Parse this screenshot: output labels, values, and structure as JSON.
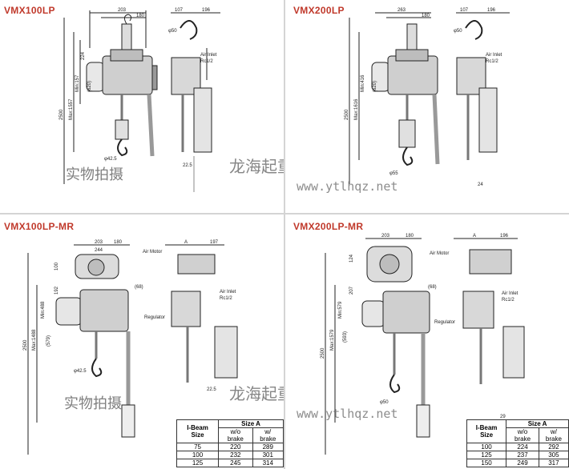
{
  "panels": [
    {
      "title": "VMX100LP",
      "dims": {
        "top1": "203",
        "top2": "180",
        "top3": "107",
        "top4": "196",
        "d1": "Max:1557",
        "d2": "Min:157",
        "d3": "2500",
        "d4": "224",
        "d5": "φ50",
        "d6": "φ42.5",
        "d7": "22.5",
        "d8": "(620)"
      },
      "air_inlet": "Air Inlet",
      "air_inlet_spec": "Rc1/2"
    },
    {
      "title": "VMX200LP",
      "dims": {
        "top1": "263",
        "top2": "180",
        "top3": "107",
        "top4": "196",
        "d1": "Max:1616",
        "d2": "Min:416",
        "d3": "2500",
        "d4": "φ50",
        "d5": "φ55",
        "d6": "24",
        "d7": "(620)"
      },
      "air_inlet": "Air Inlet",
      "air_inlet_spec": "Rc1/2"
    },
    {
      "title": "VMX100LP-MR",
      "dims": {
        "top1": "203",
        "top2": "180",
        "top3": "A",
        "top4": "197",
        "w1": "244",
        "h1": "100",
        "h2": "192",
        "d1": "Max:1488",
        "d2": "Min:488",
        "d3": "2500",
        "d4": "(579)",
        "d5": "φ42.5",
        "d6": "(68)",
        "d7": "22.5"
      },
      "air_motor": "Air Motor",
      "air_inlet": "Air Inlet",
      "air_inlet_spec": "Rc1/2",
      "regulator": "Regulator",
      "table": {
        "col1": "I-Beam Size",
        "size_a": "Size A",
        "wo": "w/o brake",
        "w": "w/ brake",
        "rows": [
          [
            "75",
            "220",
            "289"
          ],
          [
            "100",
            "232",
            "301"
          ],
          [
            "125",
            "245",
            "314"
          ]
        ]
      }
    },
    {
      "title": "VMX200LP-MR",
      "dims": {
        "top1": "203",
        "top2": "180",
        "top3": "A",
        "top4": "196",
        "h1": "124",
        "h2": "207",
        "d1": "Max:1579",
        "d2": "Min:579",
        "d3": "2500",
        "d4": "(593)",
        "d5": "φ50",
        "d6": "(68)",
        "d7": "29"
      },
      "air_motor": "Air Motor",
      "air_inlet": "Air Inlet",
      "air_inlet_spec": "Rc1/2",
      "regulator": "Regulator",
      "table": {
        "col1": "I-Beam Size",
        "size_a": "Size A",
        "wo": "w/o brake",
        "w": "w/ brake",
        "rows": [
          [
            "100",
            "224",
            "292"
          ],
          [
            "125",
            "237",
            "305"
          ],
          [
            "150",
            "249",
            "317"
          ]
        ]
      }
    }
  ],
  "watermarks": {
    "cn": "龙海起重工具高端品牌商城",
    "url": "www.ytlhqz.net",
    "photo": "实物拍摄"
  }
}
